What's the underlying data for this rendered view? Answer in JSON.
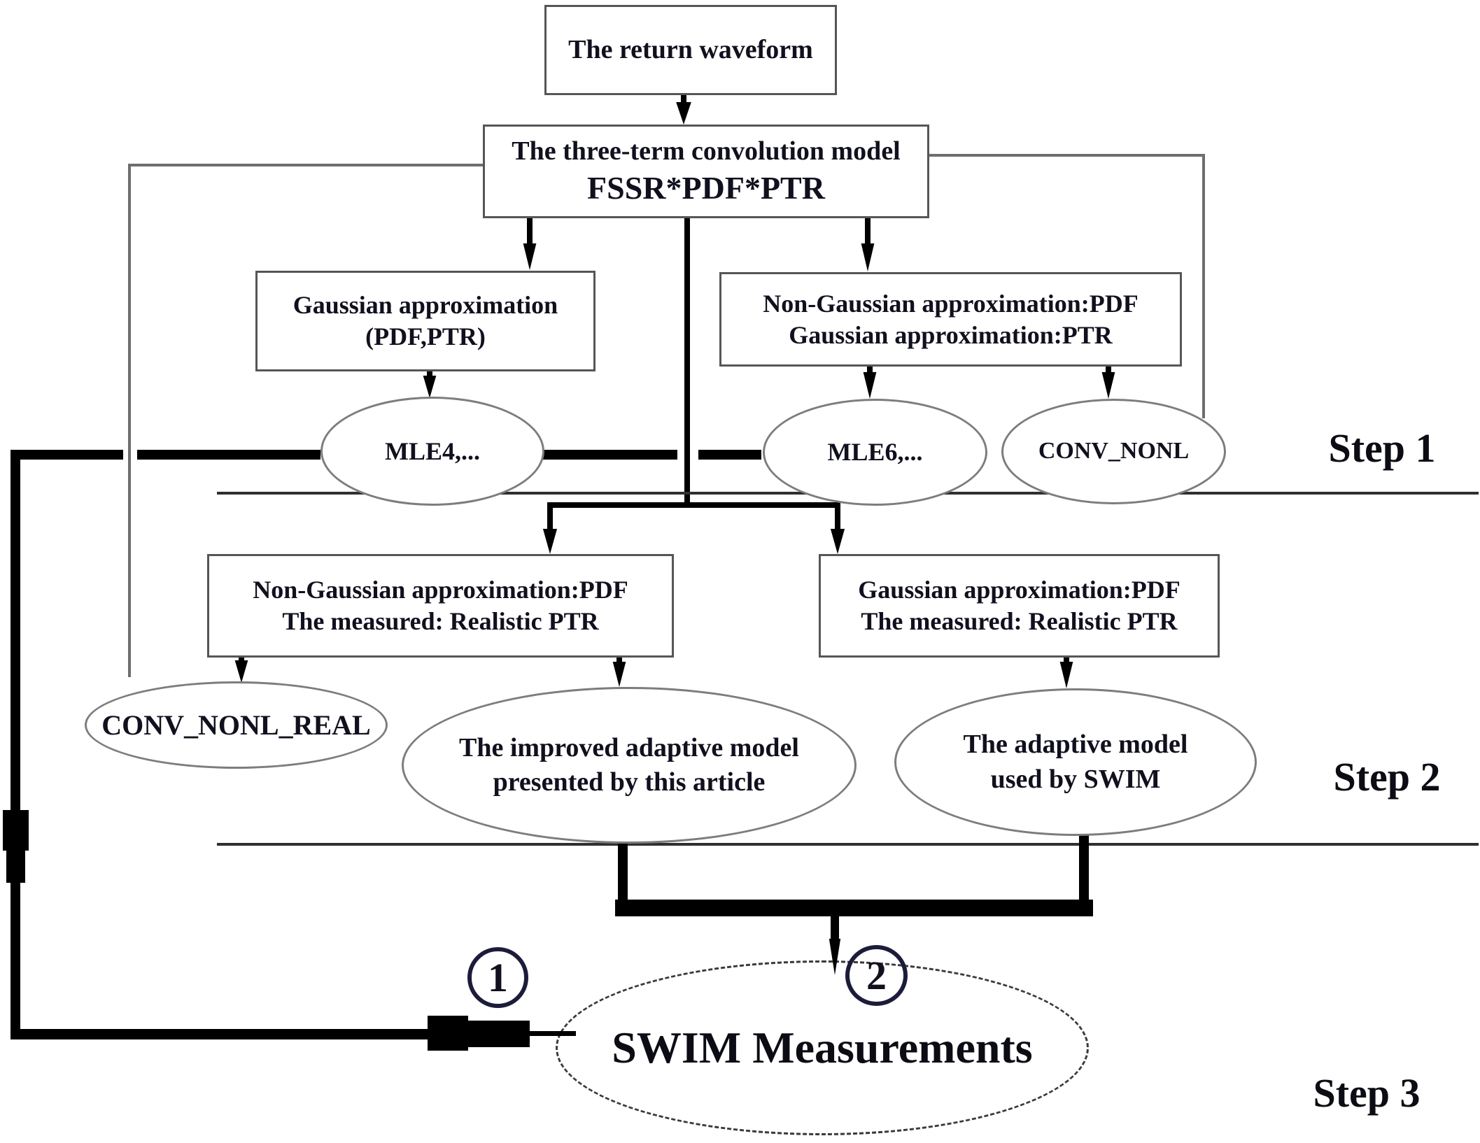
{
  "title": "SWIM waveform processing flowchart",
  "nodes": {
    "waveform": "The return waveform",
    "conv_line1": "The three-term convolution model",
    "conv_line2": "FSSR*PDF*PTR",
    "gauss_line1": "Gaussian approximation",
    "gauss_line2": "(PDF,PTR)",
    "nongauss_line1": "Non-Gaussian approximation:PDF",
    "nongauss_line2": "Gaussian approximation:PTR",
    "mle4": "MLE4,...",
    "mle6": "MLE6,...",
    "conv_nonl": "CONV_NONL",
    "nongauss_real_line1": "Non-Gaussian approximation:PDF",
    "nongauss_real_line2": "The measured: Realistic PTR",
    "gauss_real_line1": "Gaussian approximation:PDF",
    "gauss_real_line2": "The measured: Realistic PTR",
    "conv_nonl_real": "CONV_NONL_REAL",
    "improved_line1": "The improved adaptive model",
    "improved_line2": "presented by this article",
    "adaptive_line1": "The adaptive model",
    "adaptive_line2": "used by SWIM",
    "swim_measurements": "SWIM Measurements"
  },
  "labels": {
    "step1": "Step 1",
    "step2": "Step 2",
    "step3": "Step 3",
    "marker1": "1",
    "marker2": "2"
  },
  "colors": {
    "text": "#10101e",
    "box_border": "#565656",
    "ellipse_border": "#7d7d7d",
    "thin_line": "#6e6e6e",
    "thick_line": "#000000",
    "marker_ring": "#1c1c3a"
  }
}
